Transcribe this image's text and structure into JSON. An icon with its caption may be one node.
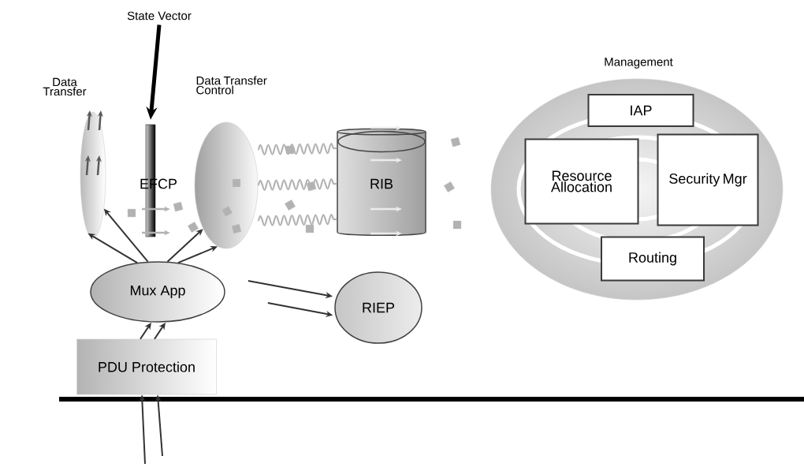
{
  "diagram": {
    "nodes": [
      {
        "text": [
          "Data Transfer"
        ]
      },
      {
        "text": [
          "State Vector"
        ]
      },
      {
        "text": [
          "EFCP"
        ]
      },
      {
        "text": [
          "Data Transfer Control"
        ]
      },
      {
        "text": [
          "RIB"
        ]
      },
      {
        "text": [
          "Management"
        ]
      },
      {
        "text": [
          "IAP"
        ],
        "in": 5
      },
      {
        "text": [
          "Resource Allocation"
        ],
        "in": 5
      },
      {
        "text": [
          "Security Mgr"
        ],
        "in": 5
      },
      {
        "text": [
          "Routing"
        ],
        "in": 5
      },
      {
        "text": [
          "Mux App"
        ]
      },
      {
        "text": [
          "RIEP"
        ]
      },
      {
        "text": [
          "PDU Protection"
        ]
      }
    ],
    "edges": [
      {
        "from": 1,
        "to": 2,
        "arrow": "to",
        "style": "thick",
        "color": "#000000"
      },
      {
        "from": 10,
        "to": 0,
        "arrow": "to"
      },
      {
        "from": 10,
        "to": 0,
        "arrow": "to"
      },
      {
        "from": 10,
        "to": 3,
        "arrow": "to"
      },
      {
        "from": 10,
        "to": 3,
        "arrow": "to"
      },
      {
        "from": 12,
        "to": 10,
        "arrow": "to"
      },
      {
        "from": 12,
        "to": 10,
        "arrow": "to"
      },
      {
        "from": 10,
        "to": 11,
        "arrow": "to"
      },
      {
        "from": 10,
        "to": 11,
        "arrow": "to"
      },
      {
        "from": null,
        "to": 12,
        "arrow": "to"
      },
      {
        "from": null,
        "to": 12,
        "arrow": "to"
      },
      {
        "from": 3,
        "to": 4,
        "arrow": "none",
        "color": "#b3b3b3"
      },
      {
        "from": 3,
        "to": 4,
        "arrow": "none",
        "color": "#b3b3b3"
      },
      {
        "from": 3,
        "to": 4,
        "arrow": "none",
        "color": "#b3b3b3"
      }
    ]
  }
}
